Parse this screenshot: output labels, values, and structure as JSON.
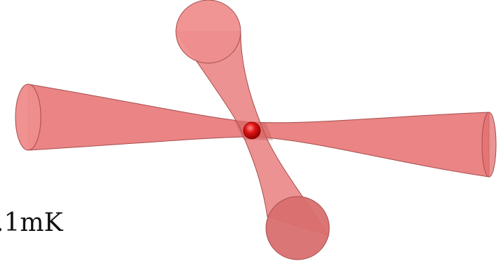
{
  "figure": {
    "temperature_label": ".1mK",
    "colors": {
      "beam_fill": "#e97a7a",
      "beam_edge": "#a64d4d",
      "overlap_fill": "#c45252",
      "atom": "#d40d0d",
      "atom_highlight": "#ff8a8a"
    },
    "icons": {
      "atom": "red-sphere",
      "beams": "hourglass-shaped-laser-beams"
    }
  }
}
